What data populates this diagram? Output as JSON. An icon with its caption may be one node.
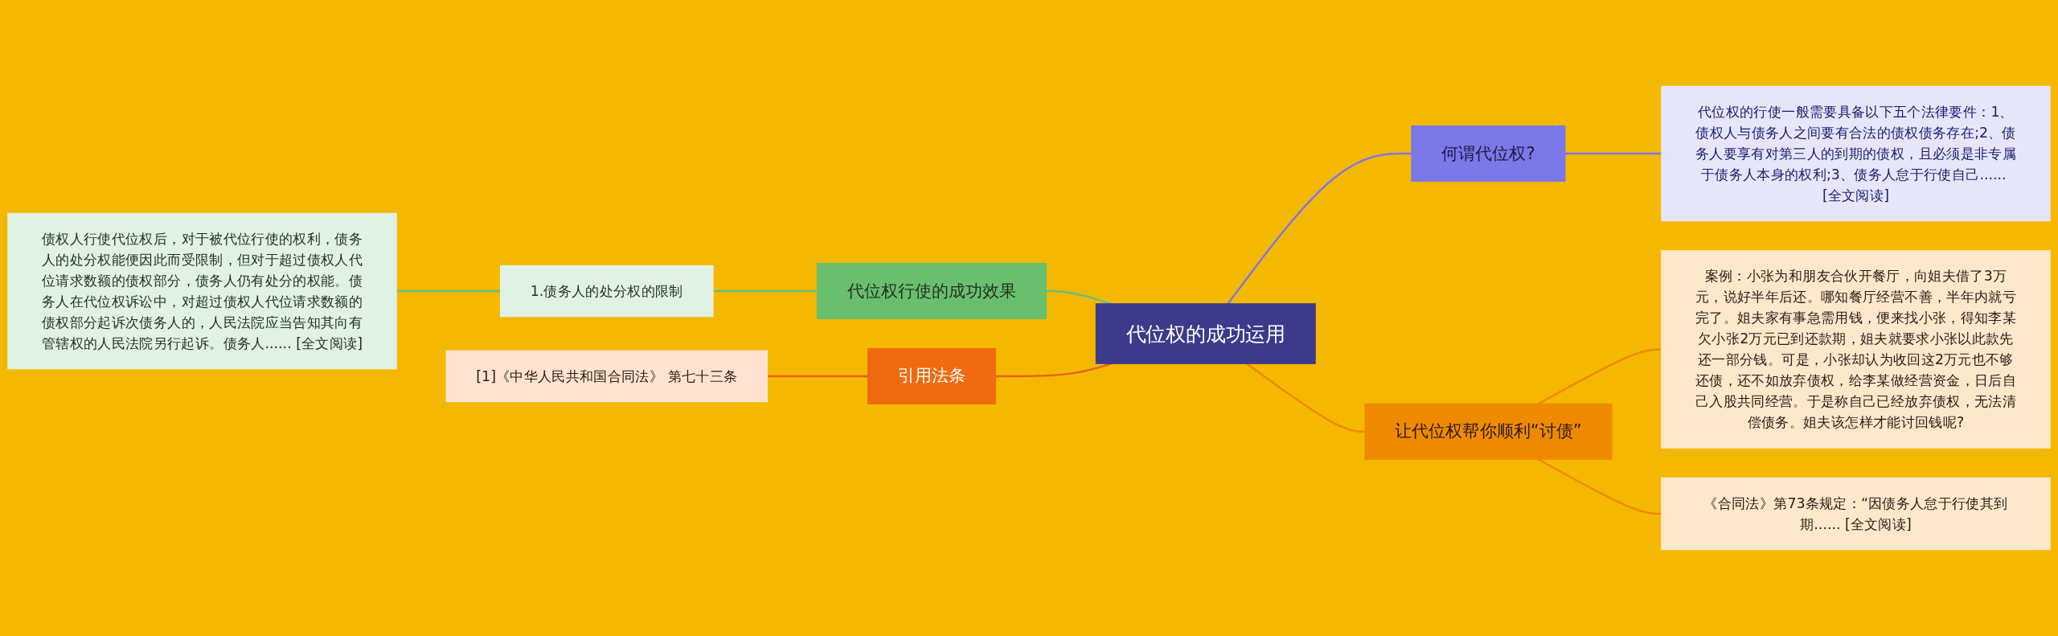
{
  "diagram": {
    "nodes": [
      {
        "text": [
          "代位权的成功运用"
        ]
      },
      {
        "text": [
          "代位权行使的成功效果"
        ]
      },
      {
        "text": [
          "1.债务人的处分权的限制"
        ]
      },
      {
        "text": [
          "债权人行使代位权后，对于被代位行使的权利，债务人的处分权能便因此而受限制，但对于超过债权人代位请求数额的债权部分，债务人仍有处分的权能。债务人在代位权诉讼中，对超过债权人代位请求数额的债权部分起诉次债务人的，人民法院应当告知其向有管辖权的人民法院另行起诉。债务人...... [全文阅读]"
        ]
      },
      {
        "text": [
          "引用法条"
        ]
      },
      {
        "text": [
          "[1]《中华人民共和国合同法》 第七十三条"
        ]
      },
      {
        "text": [
          "何谓代位权?"
        ]
      },
      {
        "text": [
          "代位权的行使一般需要具备以下五个法律要件：1、债权人与债务人之间要有合法的债权债务存在;2、债务人要享有对第三人的到期的债权，且必须是非专属于债务人本身的权利;3、债务人怠于行使自己...... [全文阅读]"
        ]
      },
      {
        "text": [
          "让代位权帮你顺利“讨债”"
        ]
      },
      {
        "text": [
          "案例：小张为和朋友合伙开餐厅，向姐夫借了3万元，说好半年后还。哪知餐厅经营不善，半年内就亏完了。姐夫家有事急需用钱，便来找小张，得知李某欠小张2万元已到还款期，姐夫就要求小张以此款先还一部分钱。可是，小张却认为收回这2万元也不够还债，还不如放弃债权，给李某做经营资金，日后自己入股共同经营。于是称自己已经放弃债权，无法清偿债务。姐夫该怎样才能讨回钱呢?"
        ]
      },
      {
        "text": [
          "《合同法》第73条规定：“因债务人怠于行使其到期...... [全文阅读]"
        ]
      }
    ],
    "edges": [
      {
        "from": 3,
        "to": 2,
        "arrow": "none",
        "color": "#6cc07a"
      },
      {
        "from": 2,
        "to": 1,
        "arrow": "none",
        "color": "#6cc07a"
      },
      {
        "from": 1,
        "to": 0,
        "arrow": "none",
        "color": "#6cc07a"
      },
      {
        "from": 5,
        "to": 4,
        "arrow": "none",
        "color": "#e8601c"
      },
      {
        "from": 4,
        "to": 0,
        "arrow": "none",
        "color": "#e8601c"
      },
      {
        "from": 0,
        "to": 6,
        "arrow": "none",
        "color": "#7b78e8"
      },
      {
        "from": 6,
        "to": 7,
        "arrow": "none",
        "color": "#7b78e8"
      },
      {
        "from": 0,
        "to": 8,
        "arrow": "none",
        "color": "#ef8a00"
      },
      {
        "from": 8,
        "to": 9,
        "arrow": "none",
        "color": "#ef8a00"
      },
      {
        "from": 8,
        "to": 10,
        "arrow": "none",
        "color": "#ef8a00"
      }
    ]
  }
}
